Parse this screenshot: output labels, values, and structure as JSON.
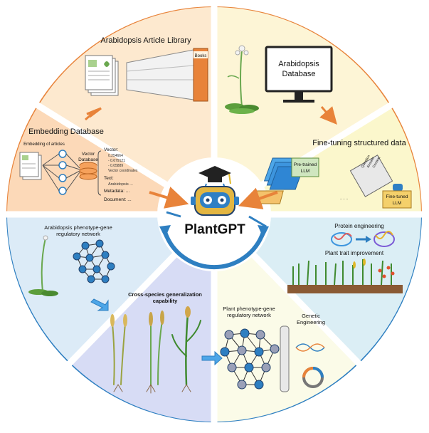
{
  "center": {
    "title": "PlantGPT"
  },
  "sectors": {
    "library": {
      "title": "Arabidopsis Article Library",
      "books_label": "Books"
    },
    "database": {
      "title_line1": "Arabidopsis",
      "title_line2": "Database"
    },
    "embedding": {
      "title": "Embedding Database",
      "articles_label": "Embedding of articles",
      "vector_db_line1": "Vector",
      "vector_db_line2": "Database",
      "vector_label": "Vector:",
      "vector_values": [
        "0.254664",
        "- 0.679121",
        "- 0.05889",
        "Vector coordinates"
      ],
      "text_label": "Text:",
      "text_value": "Arabidopsis ...",
      "metadata_label": "Metadata: ...",
      "document_label": "Document: ..."
    },
    "finetune": {
      "title": "Fine-tuning structured data",
      "pretrained_line1": "Pre-trained",
      "pretrained_line2": "LLM",
      "finetuned_line1": "Fine-tuned",
      "finetuned_line2": "LLM",
      "stack_labels": [
        "Question",
        "Answer",
        "Context"
      ]
    },
    "network": {
      "title_line1": "Arabidopsis phenotype-gene",
      "title_line2": "regulatory network"
    },
    "crossspecies": {
      "title_line1": "Cross-species generalization",
      "title_line2": "capability"
    },
    "genetic": {
      "title_line1": "Plant phenotype-gene",
      "title_line2": "regulatory network",
      "genetic_line1": "Genetic",
      "genetic_line2": "Engineering"
    },
    "protein": {
      "title": "Protein engineering",
      "trait_title": "Plant trait improvement"
    }
  },
  "colors": {
    "library_bg": "#fde9cf",
    "database_bg": "#fdf5d6",
    "embedding_bg": "#fcd9b8",
    "finetune_bg": "#fbf7cc",
    "network_bg": "#dcebf7",
    "crossspecies_bg": "#d7dcf5",
    "genetic_bg": "#fbfbe8",
    "protein_bg": "#dbeef5",
    "orange_border": "#e8833a",
    "blue_border": "#2e7fc1",
    "robot_blue": "#2f7fc4"
  }
}
